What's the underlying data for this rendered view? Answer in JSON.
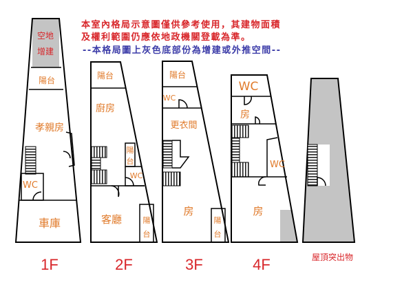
{
  "notes": [
    {
      "text": "本室內格局示意圖僅供參考使用，其建物面積",
      "color": "#d8262a"
    },
    {
      "text": "及權利範圍仍應依地政機關登載為準。",
      "color": "#d8262a"
    },
    {
      "text": "--本格局圖上灰色底部份為增建或外推空間--",
      "color": "#3b3ba8"
    }
  ],
  "colors": {
    "label": "#e07a2a",
    "floor": "#d8262a",
    "gray": "#c4c4c4"
  },
  "floors": {
    "f1": {
      "name": "1F",
      "rooms": [
        "空地",
        "增建",
        "陽台",
        "孝親房",
        "WC",
        "車庫"
      ]
    },
    "f2": {
      "name": "2F",
      "rooms": [
        "陽台",
        "廚房",
        "陽",
        "台",
        "WC",
        "客廳",
        "陽",
        "台"
      ]
    },
    "f3": {
      "name": "3F",
      "rooms": [
        "陽台",
        "WC",
        "更衣間",
        "房",
        "陽",
        "台"
      ]
    },
    "f4": {
      "name": "4F",
      "rooms": [
        "WC",
        "房",
        "WC",
        "房"
      ]
    },
    "roof": {
      "name": "屋頂突出物"
    }
  }
}
